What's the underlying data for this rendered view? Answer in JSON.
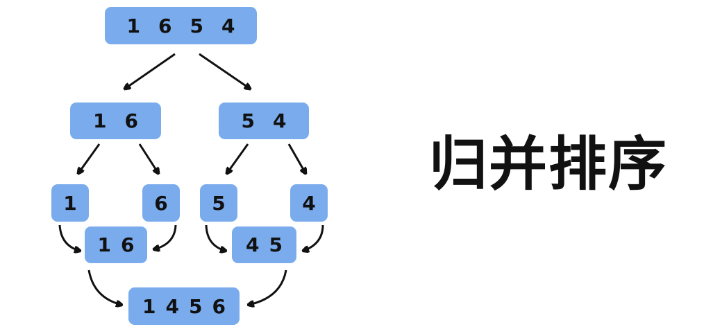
{
  "title": "归并排序",
  "colors": {
    "box": "#7aaced",
    "text": "#111111",
    "arrow": "#111111"
  },
  "levels": {
    "root": [
      "1",
      "6",
      "5",
      "4"
    ],
    "split_left": [
      "1",
      "6"
    ],
    "split_right": [
      "5",
      "4"
    ],
    "leaves": [
      "1",
      "6",
      "5",
      "4"
    ],
    "merged_left": [
      "1",
      "6"
    ],
    "merged_right": [
      "4",
      "5"
    ],
    "result": [
      "1",
      "4",
      "5",
      "6"
    ]
  }
}
